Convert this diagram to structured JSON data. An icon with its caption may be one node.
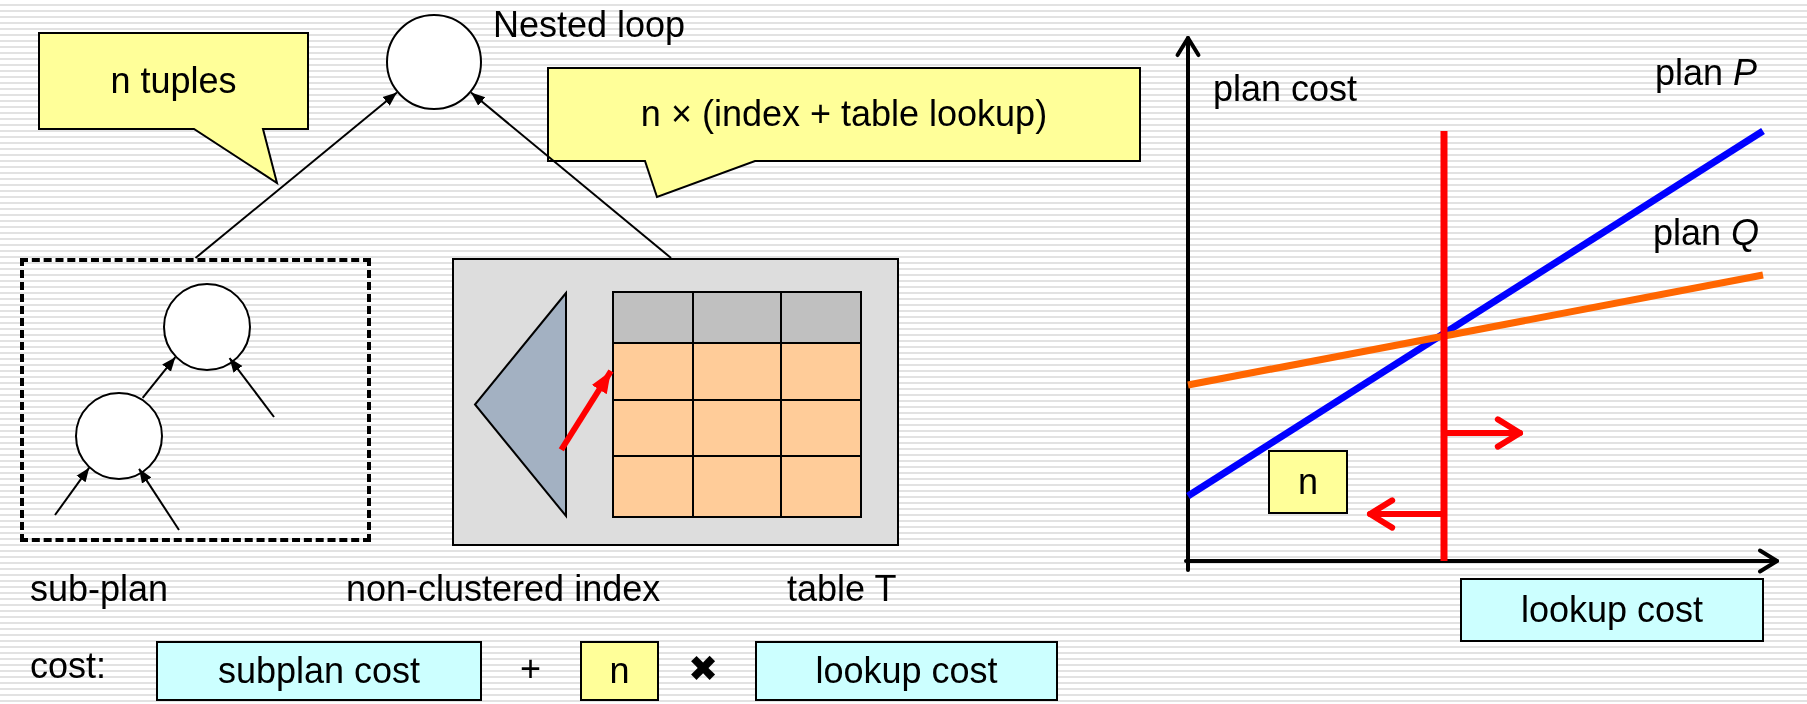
{
  "diagram": {
    "nodes": [
      {
        "text": [],
        "shape": "circle",
        "beside": [
          "Nested loop"
        ]
      },
      {
        "text": [
          "n tuples"
        ]
      },
      {
        "text": [
          "n × (index + table lookup)"
        ]
      },
      {
        "text": [],
        "shape": "box",
        "beside": [
          "sub-plan"
        ]
      },
      {
        "text": [],
        "shape": "circle",
        "in": 3
      },
      {
        "text": [],
        "shape": "circle",
        "in": 3
      },
      {
        "text": [],
        "shape": "box"
      },
      {
        "text": [],
        "shape": "triangle",
        "in": 6,
        "beside": [
          "non-clustered index"
        ]
      },
      {
        "text": [],
        "shape": "table",
        "in": 6,
        "beside": [
          "table T"
        ]
      },
      {
        "text": [
          "subplan cost"
        ]
      },
      {
        "text": [
          "n"
        ]
      },
      {
        "text": [
          "lookup cost"
        ]
      },
      {
        "text": [
          "n"
        ]
      },
      {
        "text": [
          "lookup cost"
        ]
      }
    ],
    "edges": [
      {
        "from": 3,
        "to": 0,
        "arrow": "to"
      },
      {
        "from": 6,
        "to": 0,
        "arrow": "to"
      },
      {
        "from": 5,
        "to": 4,
        "arrow": "to"
      },
      {
        "from": null,
        "to": 5,
        "arrow": "to"
      },
      {
        "from": null,
        "to": 5,
        "arrow": "to"
      },
      {
        "from": null,
        "to": 4,
        "arrow": "to"
      },
      {
        "from": 7,
        "to": 8,
        "arrow": "to",
        "style": "thick",
        "color": "#ff0000"
      }
    ],
    "labels": [
      "cost:",
      "+",
      "✖",
      "plan cost",
      "plan *P*",
      "plan *Q*"
    ]
  }
}
